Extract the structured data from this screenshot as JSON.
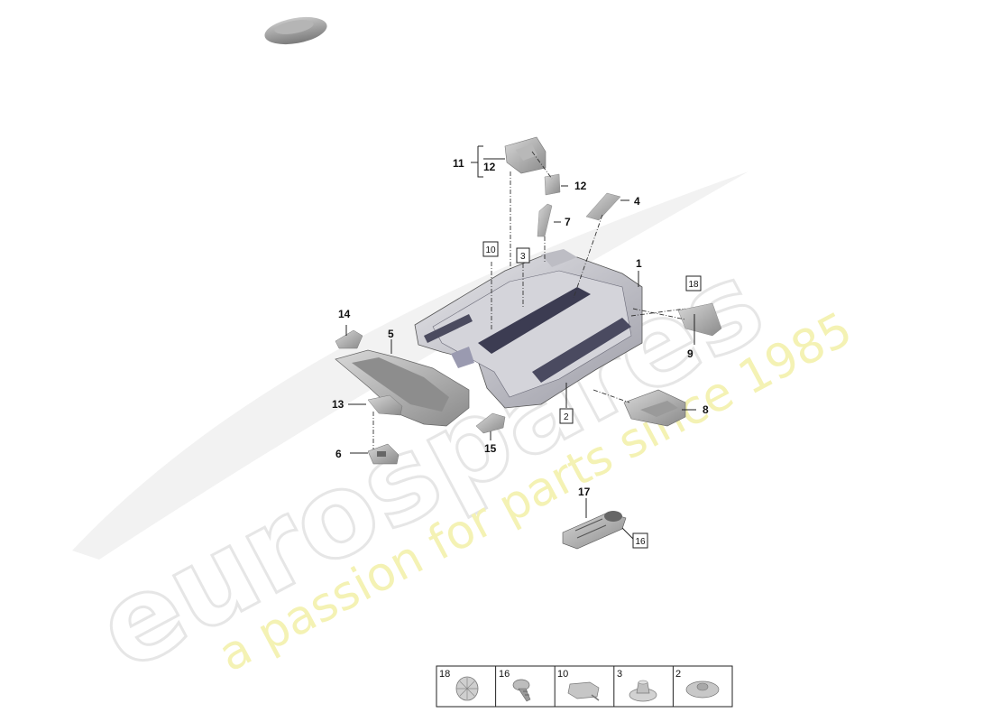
{
  "watermark": {
    "brand": "eurospares",
    "tagline": "a passion for parts since 1985"
  },
  "callouts": {
    "c1": "1",
    "c2": "2",
    "c3": "3",
    "c4": "4",
    "c5": "5",
    "c6": "6",
    "c7": "7",
    "c8": "8",
    "c9": "9",
    "c10": "10",
    "c11": "11",
    "c12a": "12",
    "c12b": "12",
    "c13": "13",
    "c14": "14",
    "c15": "15",
    "c16": "16",
    "c17": "17",
    "c18": "18"
  },
  "legend": [
    "18",
    "16",
    "10",
    "3",
    "2"
  ]
}
